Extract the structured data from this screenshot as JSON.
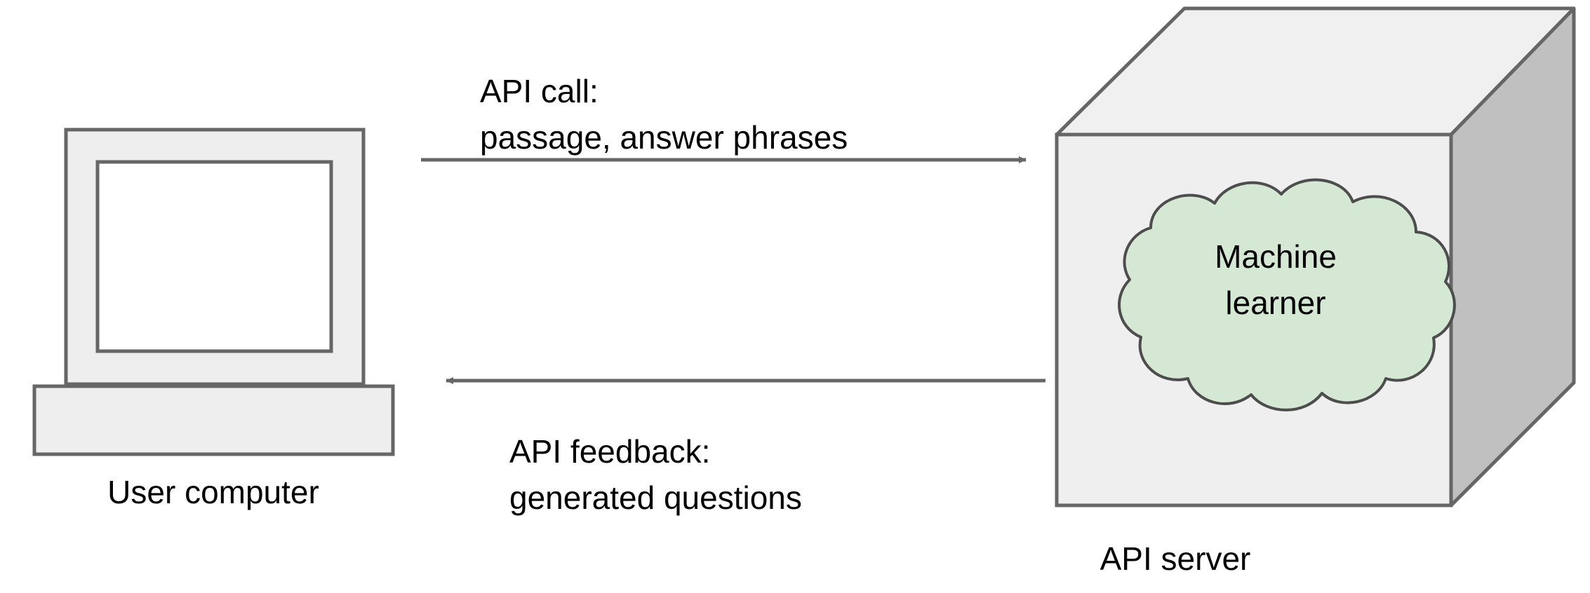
{
  "diagram": {
    "type": "architecture-flow",
    "background_color": "#ffffff",
    "nodes": [
      {
        "id": "user-computer",
        "shape": "desktop-computer",
        "label": "User computer",
        "label_position": "below",
        "fill": "#eeeeee",
        "stroke": "#666666",
        "screen_fill": "#ffffff"
      },
      {
        "id": "api-server",
        "shape": "3d-cube",
        "label": "API server",
        "label_position": "below",
        "front_fill": "#efefef",
        "top_fill": "#f0f0f0",
        "side_fill": "#c0c0c0",
        "stroke": "#666666"
      },
      {
        "id": "machine-learner",
        "shape": "cloud",
        "label_line1": "Machine",
        "label_line2": "learner",
        "fill": "#d5e8d4",
        "stroke": "#4d4d4d",
        "contained_in": "api-server"
      }
    ],
    "edges": [
      {
        "id": "api-call",
        "from": "user-computer",
        "to": "api-server",
        "direction": "right",
        "label_line1": "API call:",
        "label_line2": "passage, answer phrases",
        "label_position": "above",
        "stroke": "#666666"
      },
      {
        "id": "api-feedback",
        "from": "api-server",
        "to": "user-computer",
        "direction": "left",
        "label_line1": "API feedback:",
        "label_line2": "generated questions",
        "label_position": "below",
        "stroke": "#666666"
      }
    ]
  },
  "colors": {
    "stroke": "#666666",
    "cloud_fill": "#d5e8d4",
    "cloud_stroke": "#4d4d4d",
    "box_fill": "#eeeeee",
    "cube_side_fill": "#c0c0c0",
    "text": "#000000"
  }
}
